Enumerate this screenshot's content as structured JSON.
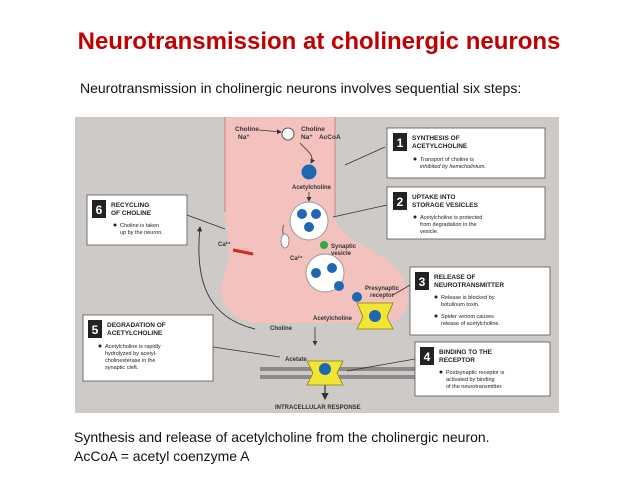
{
  "slide": {
    "title": "Neurotransmission at cholinergic neurons",
    "subtitle": "Neurotransmission in cholinergic neurons involves sequential six steps:",
    "caption_line1": "Synthesis and release of acetylcholine from the cholinergic neuron.",
    "caption_line2": "AcCoA = acetyl coenzyme A"
  },
  "diagram": {
    "labels": {
      "choline_left": "Choline",
      "na_left": "Na⁺",
      "choline_right": "Choline",
      "na_right": "Na⁺",
      "accoa": "AcCoA",
      "acetylcholine_top": "Acetylcholine",
      "ca_left": "Ca²⁺",
      "ca_right": "Ca²⁺",
      "synaptic_vesicle_1": "Synaptic",
      "synaptic_vesicle_2": "vesicle",
      "presynaptic_1": "Presynaptic",
      "presynaptic_2": "receptor",
      "acetylcholine_cleft": "Acetylcholine",
      "choline_bottom": "Choline",
      "acetate": "Acetate",
      "intracellular": "INTRACELLULAR RESPONSE"
    },
    "steps": [
      {
        "num": "1",
        "title1": "SYNTHESIS OF",
        "title2": "ACETYLCHOLINE",
        "b1": "Transport of choline is",
        "b2": "inhibited by hemicholinium.",
        "b3": ""
      },
      {
        "num": "2",
        "title1": "UPTAKE INTO",
        "title2": "STORAGE VESICLES",
        "b1": "Acetylcholine is protected",
        "b2": "from degradation in the",
        "b3": "vesicle."
      },
      {
        "num": "3",
        "title1": "RELEASE OF",
        "title2": "NEUROTRANSMITTER",
        "b1": "Release is blocked by",
        "b2": "botulinum toxin.",
        "b3": "",
        "c1": "Spider venom causes",
        "c2": "release of acetylcholine."
      },
      {
        "num": "4",
        "title1": "BINDING TO THE",
        "title2": "RECEPTOR",
        "b1": "Postsynaptic receptor is",
        "b2": "activated by binding",
        "b3": "of the neurotransmitter."
      },
      {
        "num": "5",
        "title1": "DEGRADATION OF",
        "title2": "ACETYLCHOLINE",
        "b1": "Acetylcholine is rapidly",
        "b2": "hydrolyzed by acetyl-",
        "b3": "cholinesterase in the",
        "b4": "synaptic cleft."
      },
      {
        "num": "6",
        "title1": "RECYCLING",
        "title2": "OF CHOLINE",
        "b1": "Choline is taken",
        "b2": "up by the neuron.",
        "b3": ""
      }
    ],
    "colors": {
      "background": "#cdcac7",
      "neuron": "#f3c2bf",
      "vesicle": "#1f66b3",
      "receptor": "#f2e634",
      "membrane": "#8a8a8a",
      "box": "#ffffff",
      "number_box": "#222222"
    }
  }
}
